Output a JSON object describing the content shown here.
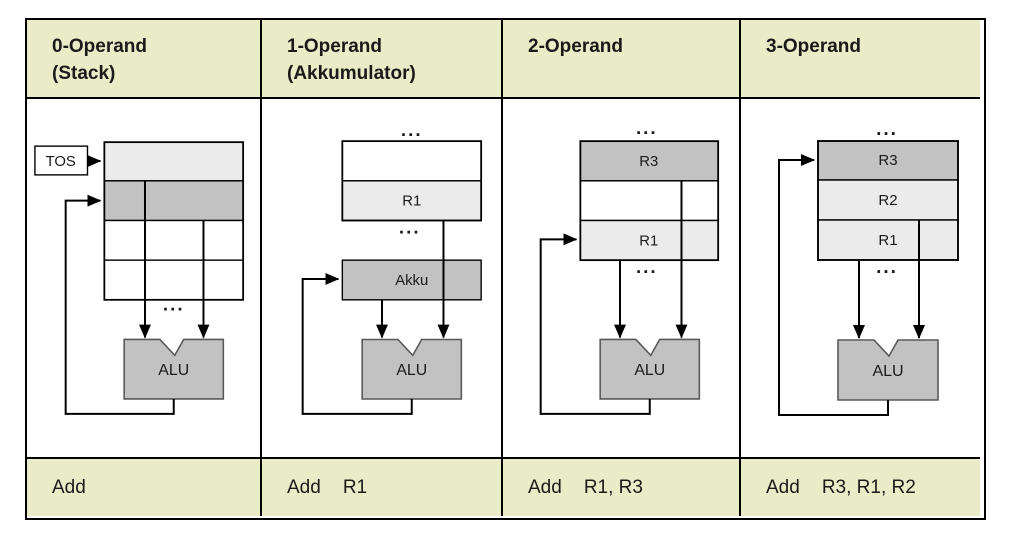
{
  "palette": {
    "band_bg": "#e9ecc6",
    "cell_light": "#ebebeb",
    "cell_mid": "#c2c2c2",
    "alu_fill": "#c2c2c2",
    "alu_stroke": "#595959",
    "line": "#000000"
  },
  "columns": [
    {
      "header": {
        "title": "0-Operand",
        "subtitle": "(Stack)"
      },
      "diagram": {
        "tos_label": "TOS",
        "dots_bottom": "...",
        "alu_label": "ALU"
      },
      "instruction": {
        "mnemonic": "Add",
        "operands": ""
      }
    },
    {
      "header": {
        "title": "1-Operand",
        "subtitle": "(Akkumulator)"
      },
      "diagram": {
        "dots_top": "...",
        "reg_label": "R1",
        "dots_mid": "...",
        "akku_label": "Akku",
        "alu_label": "ALU"
      },
      "instruction": {
        "mnemonic": "Add",
        "operands": "R1"
      }
    },
    {
      "header": {
        "title": "2-Operand",
        "subtitle": ""
      },
      "diagram": {
        "dots_top": "...",
        "reg_labels": [
          "R3",
          "",
          "R1"
        ],
        "dots_bottom": "...",
        "alu_label": "ALU"
      },
      "instruction": {
        "mnemonic": "Add",
        "operands": "R1, R3"
      }
    },
    {
      "header": {
        "title": "3-Operand",
        "subtitle": ""
      },
      "diagram": {
        "dots_top": "...",
        "reg_labels": [
          "R3",
          "R2",
          "R1"
        ],
        "dots_bottom": "...",
        "alu_label": "ALU"
      },
      "instruction": {
        "mnemonic": "Add",
        "operands": "R3, R1, R2"
      }
    }
  ]
}
